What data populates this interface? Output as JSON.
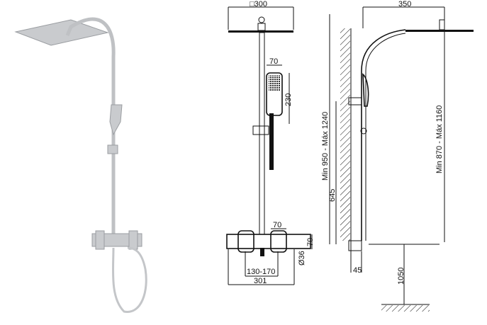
{
  "front_view": {
    "head_size": "□300",
    "hand_width": "70",
    "hand_height": "230",
    "height_range": "Min 950 - Máx 1240",
    "mixer_knob_width": "70",
    "mixer_height": "70",
    "outlet_diameter": "Ø36",
    "inlet_spacing": "130-170",
    "mixer_width": "301"
  },
  "side_view": {
    "arm_reach": "350",
    "height_range": "Min 870 - Máx 1160",
    "bracket_height": "645",
    "wall_offset": "45",
    "floor_height": "1050"
  }
}
